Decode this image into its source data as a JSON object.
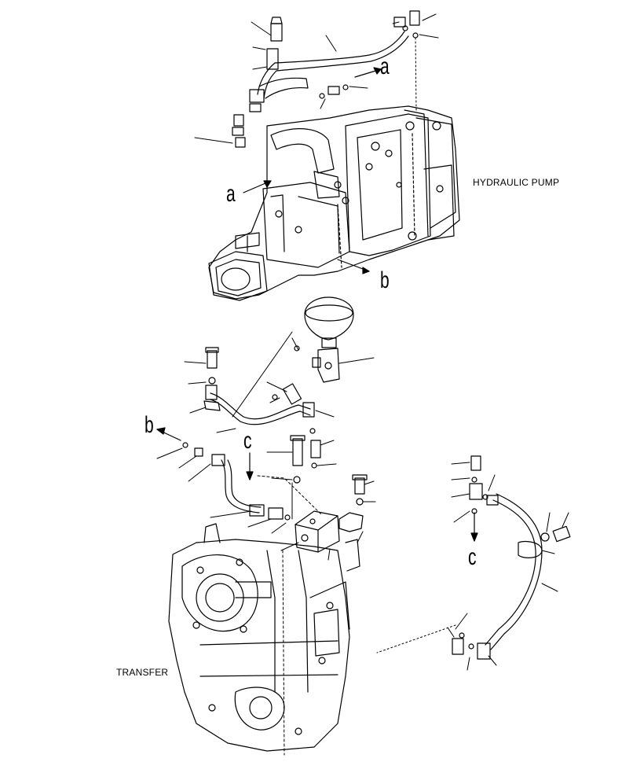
{
  "labels": {
    "hydraulic_pump": "HYDRAULIC PUMP",
    "transfer": "TRANSFER"
  },
  "refs": {
    "a_top": "a",
    "a_left": "a",
    "b_right": "b",
    "b_left": "b",
    "c_mid": "c",
    "c_right": "c"
  },
  "colors": {
    "line": "#000000",
    "background": "#ffffff"
  }
}
